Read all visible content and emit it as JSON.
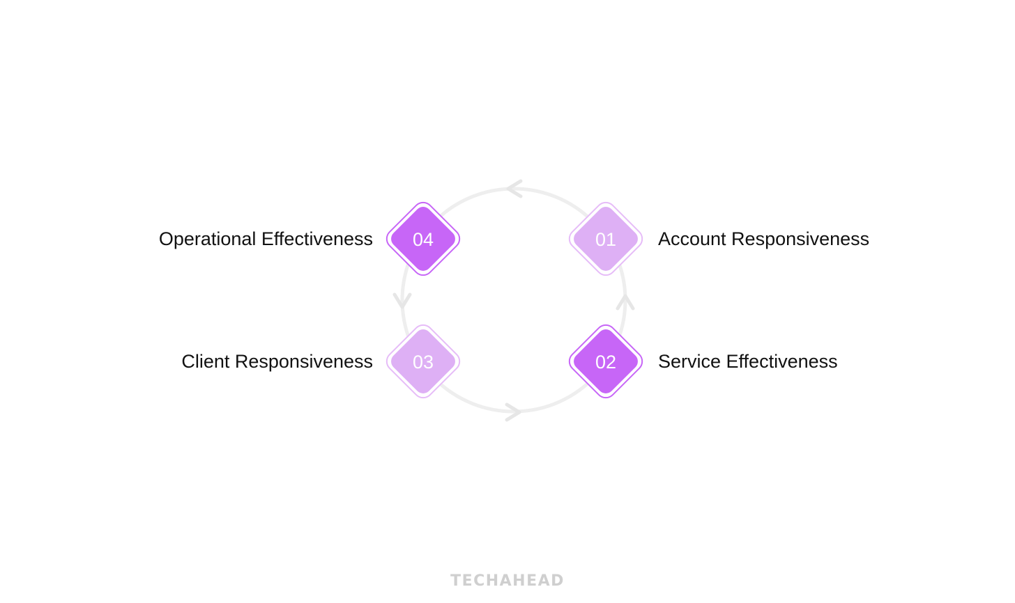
{
  "steps": [
    {
      "number": "01",
      "label": "Account Responsiveness",
      "tone": "light"
    },
    {
      "number": "02",
      "label": "Service Effectiveness",
      "tone": "dark"
    },
    {
      "number": "03",
      "label": "Client Responsiveness",
      "tone": "light"
    },
    {
      "number": "04",
      "label": "Operational Effectiveness",
      "tone": "dark"
    }
  ],
  "colors": {
    "dark_fill": "#c766f7",
    "light_fill": "#deb0f5",
    "outline": "#c766f7",
    "cycle_ring": "#eeeeee",
    "label_text": "#111111",
    "number_text": "#ffffff"
  },
  "footer": {
    "brand": "TECHAHEAD"
  }
}
